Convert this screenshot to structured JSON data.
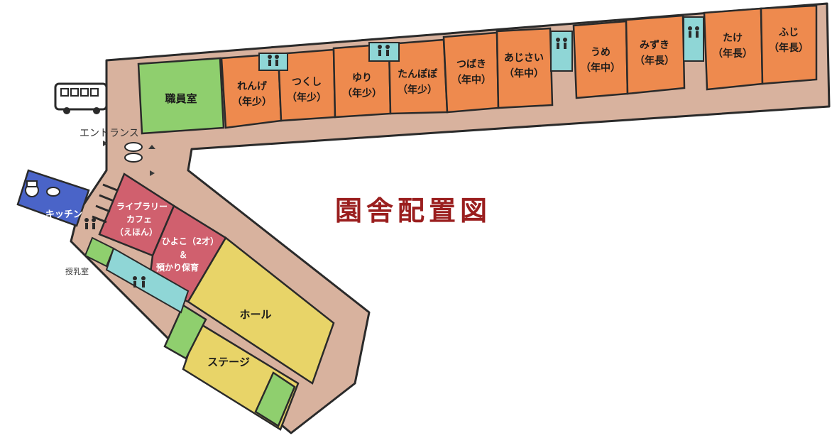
{
  "title": "園舎配置図",
  "entrance_label": "エントランス",
  "colors": {
    "corridor": "#d8b29e",
    "classroom": "#ee8a4e",
    "office": "#8fcf6e",
    "kitchen": "#4a64c8",
    "library": "#d0606e",
    "hall": "#e8d468",
    "restroom": "#8fd6d6",
    "green_room": "#8fcf6e",
    "title": "#9a1e1e"
  },
  "rooms": {
    "office": "職員室",
    "renge": [
      "れんげ",
      "（年少）"
    ],
    "tsukushi": [
      "つくし",
      "（年少）"
    ],
    "yuri": [
      "ゆり",
      "（年少）"
    ],
    "tanpopo": [
      "たんぽぽ",
      "（年少）"
    ],
    "tsubaki": [
      "つばき",
      "（年中）"
    ],
    "ajisai": [
      "あじさい",
      "（年中）"
    ],
    "ume": [
      "うめ",
      "（年中）"
    ],
    "mizuki": [
      "みずき",
      "（年長）"
    ],
    "take": [
      "たけ",
      "（年長）"
    ],
    "fuji": [
      "ふじ",
      "（年長）"
    ],
    "kitchen": "キッチン",
    "library": [
      "ライブラリー",
      "カフェ",
      "（えほん）"
    ],
    "hiyoko": [
      "ひよこ（2才）",
      "＆",
      "預かり保育"
    ],
    "hall": "ホール",
    "stage": "ステージ",
    "nursing": "授乳室"
  },
  "icons": {
    "bus": "bus-icon",
    "restroom": "restroom-icon",
    "shoes": "shoes-icon",
    "chef": "chef-icon",
    "stairs": "stairs-icon"
  }
}
